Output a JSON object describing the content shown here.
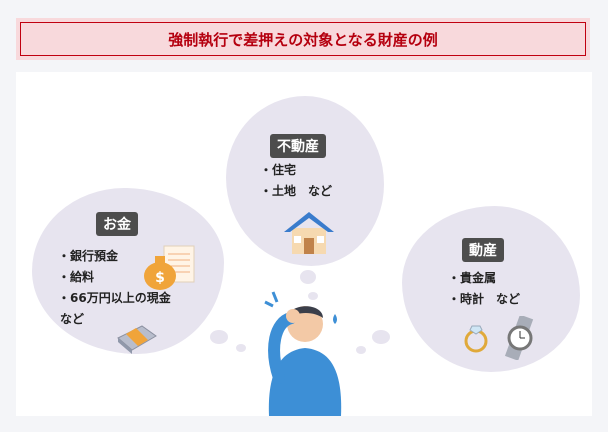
{
  "title": "強制執行で差押えの対象となる財産の例",
  "money": {
    "label": "お金",
    "items": [
      "・銀行預金",
      "・給料",
      "・66万円以上の現金"
    ],
    "suffix": "など"
  },
  "realestate": {
    "label": "不動産",
    "items": [
      "・住宅",
      "・土地　など"
    ]
  },
  "movables": {
    "label": "動産",
    "items": [
      "・貴金属",
      "・時計　など"
    ]
  },
  "colors": {
    "title_bg": "#f8d9dc",
    "title_text": "#b5000f",
    "cloud": "#e7e4ef",
    "label_bg": "#4d4d4d"
  }
}
